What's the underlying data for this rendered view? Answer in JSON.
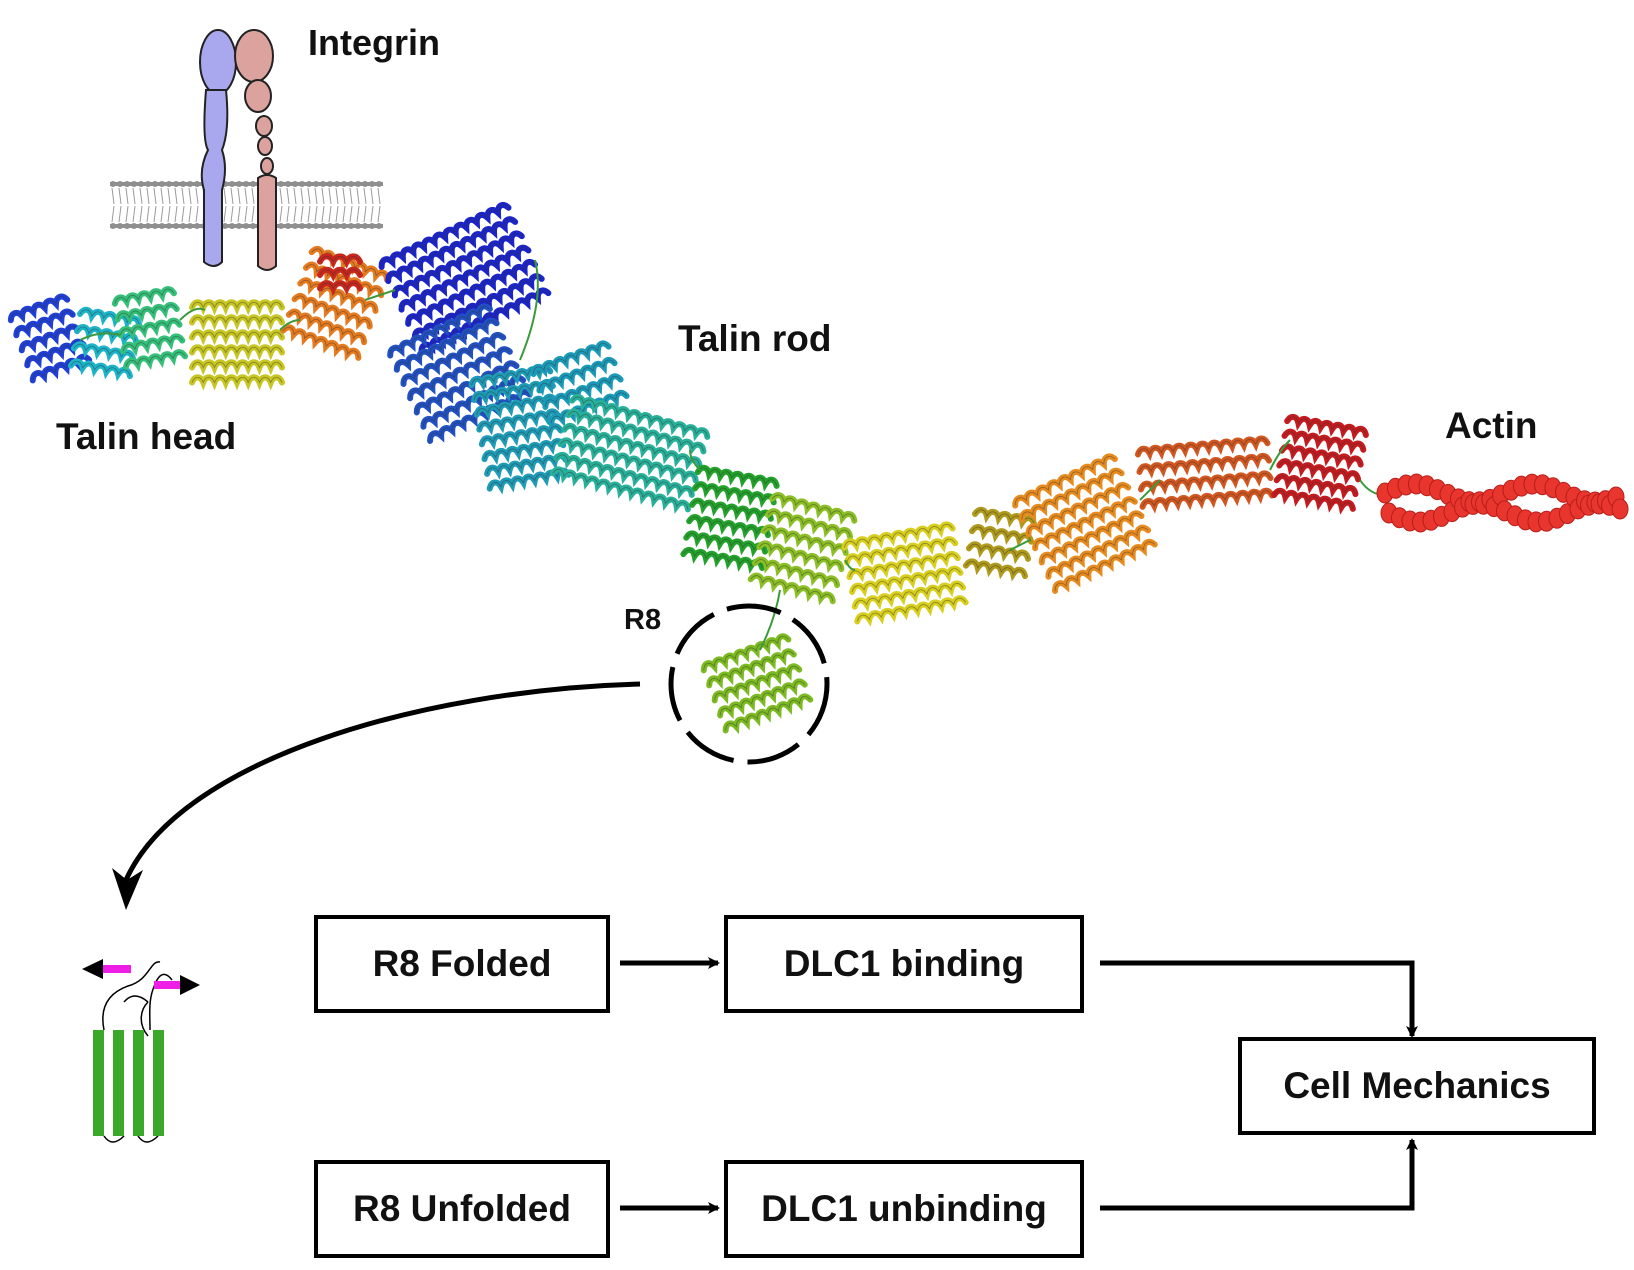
{
  "labels": {
    "integrin": "Integrin",
    "talin_rod": "Talin rod",
    "talin_head": "Talin head",
    "actin": "Actin",
    "r8": "R8"
  },
  "flow": {
    "r8_folded": "R8 Folded",
    "dlc1_binding": "DLC1 binding",
    "r8_unfolded": "R8 Unfolded",
    "dlc1_unbinding": "DLC1 unbinding",
    "cell_mechanics": "Cell Mechanics"
  },
  "colors": {
    "integrin_alpha": "#a9a7ee",
    "integrin_beta": "#dca39e",
    "membrane": "#8f8f8f",
    "actin": "#e8352e",
    "r8_bundle": "#3aa829",
    "force_bar": "#ee1ee6"
  },
  "icons": [
    "membrane-bilayer-icon",
    "talin-ribbon-icon",
    "actin-filament-icon",
    "r8-bundle-icon",
    "force-arrow-icon"
  ]
}
